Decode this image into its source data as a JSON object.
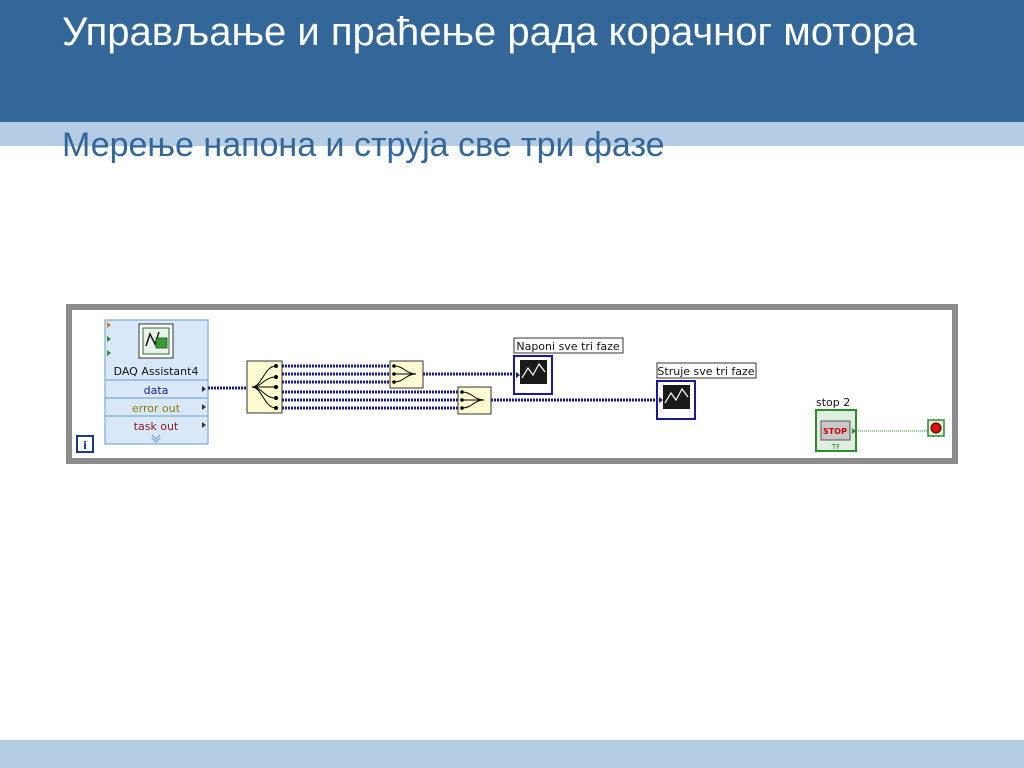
{
  "slide": {
    "title": "Управљање и праћење рада корачног мотора",
    "subtitle": "Мерење напона и струја све три фазе"
  },
  "diagram": {
    "daq": {
      "name": "DAQ Assistant4",
      "ports": [
        "data",
        "error out",
        "task out"
      ]
    },
    "graph_voltage": "Naponi sve tri faze",
    "graph_current": "Struje sve tri faze",
    "stop": {
      "label": "stop 2",
      "button_text": "STOP",
      "tf_text": "TF"
    },
    "iteration_terminal": "i"
  },
  "colors": {
    "title_band": "#336699",
    "sub_band": "#b4cce4",
    "wire_dynamic": "#1a1a8c",
    "daq_fill": "#d8e8f8",
    "split_fill": "#fffbd0",
    "stop_border": "#2e8b2e"
  }
}
